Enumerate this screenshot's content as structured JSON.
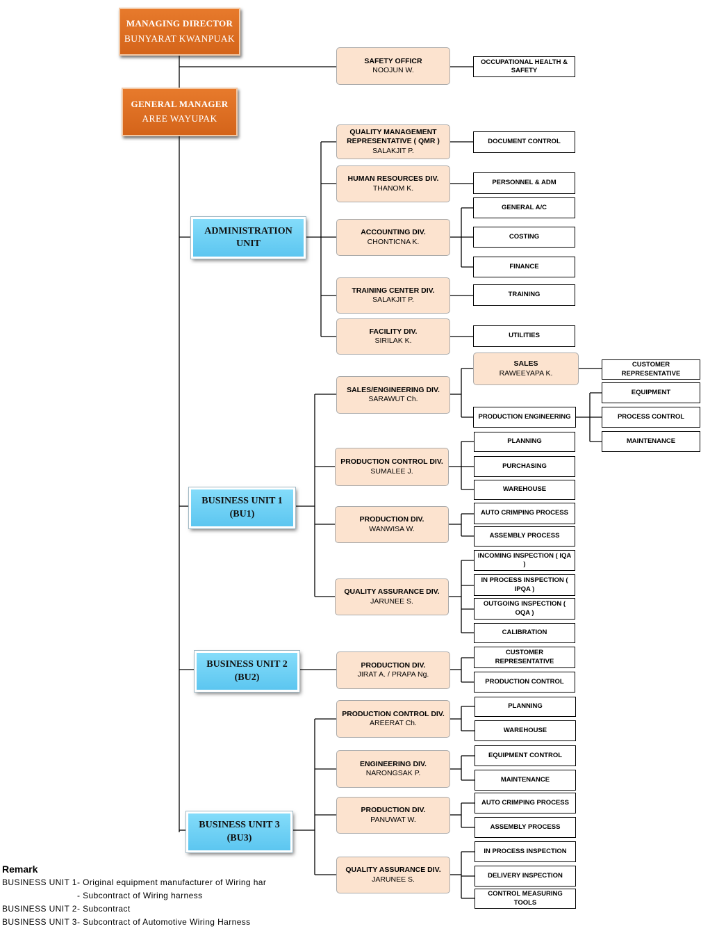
{
  "managing_director": {
    "title": "MANAGING  DIRECTOR",
    "name": "BUNYARAT  KWANPUAK"
  },
  "general_manager": {
    "title": "GENERAL MANAGER",
    "name": "AREE  WAYUPAK"
  },
  "safety": {
    "name": "SAFETY OFFICR",
    "manager": "NOOJUN W.",
    "leaf": "OCCUPATIONAL HEALTH & SAFETY"
  },
  "admin": {
    "unit_line1": "ADMINISTRATION",
    "unit_line2": "UNIT",
    "divs": [
      {
        "name": "QUALITY MANAGEMENT REPRESENTATIVE ( QMR )",
        "manager": "SALAKJIT  P.",
        "leaves": [
          "DOCUMENT CONTROL"
        ]
      },
      {
        "name": "HUMAN RESOURCES DIV.",
        "manager": "THANOM K.",
        "leaves": [
          "PERSONNEL & ADM"
        ]
      },
      {
        "name": "ACCOUNTING DIV.",
        "manager": "CHONTICNA K.",
        "leaves": [
          "GENERAL A/C",
          "COSTING",
          "FINANCE"
        ]
      },
      {
        "name": "TRAINING CENTER DIV.",
        "manager": "SALAKJIT P.",
        "leaves": [
          "TRAINING"
        ]
      },
      {
        "name": "FACILITY DIV.",
        "manager": "SIRILAK K.",
        "leaves": [
          "UTILITIES"
        ]
      }
    ]
  },
  "bu1": {
    "unit_line1": "BUSINESS UNIT 1",
    "unit_line2": "(BU1)",
    "divs": [
      {
        "name": "SALES/ENGINEERING DIV.",
        "manager": "SARAWUT Ch."
      },
      {
        "name": "PRODUCTION CONTROL DIV.",
        "manager": "SUMALEE J.",
        "leaves": [
          "PLANNING",
          "PURCHASING",
          "WAREHOUSE"
        ]
      },
      {
        "name": "PRODUCTION DIV.",
        "manager": "WANWISA W.",
        "leaves": [
          "AUTO CRIMPING PROCESS",
          "ASSEMBLY PROCESS"
        ]
      },
      {
        "name": "QUALITY ASSURANCE DIV.",
        "manager": "JARUNEE S.",
        "leaves": [
          "INCOMING INSPECTION ( IQA )",
          "IN PROCESS INSPECTION ( IPQA )",
          "OUTGOING INSPECTION ( OQA )",
          "CALIBRATION"
        ]
      }
    ],
    "sales": {
      "name": "SALES",
      "manager": "RAWEEYAPA K.",
      "leaf": "CUSTOMER REPRESENTATIVE"
    },
    "prod_eng": {
      "name": "PRODUCTION ENGINEERING",
      "leaves": [
        "EQUIPMENT",
        "PROCESS CONTROL",
        "MAINTENANCE"
      ]
    }
  },
  "bu2": {
    "unit_line1": "BUSINESS UNIT 2",
    "unit_line2": "(BU2)",
    "divs": [
      {
        "name": "PRODUCTION DIV.",
        "manager": "JIRAT A. / PRAPA Ng.",
        "leaves": [
          "CUSTOMER REPRESENTATIVE",
          "PRODUCTION CONTROL"
        ]
      }
    ]
  },
  "bu3": {
    "unit_line1": "BUSINESS UNIT 3",
    "unit_line2": "(BU3)",
    "divs": [
      {
        "name": "PRODUCTION CONTROL DIV.",
        "manager": "AREERAT Ch.",
        "leaves": [
          "PLANNING",
          "WAREHOUSE"
        ]
      },
      {
        "name": "ENGINEERING DIV.",
        "manager": "NARONGSAK P.",
        "leaves": [
          "EQUIPMENT CONTROL",
          "MAINTENANCE"
        ]
      },
      {
        "name": "PRODUCTION DIV.",
        "manager": "PANUWAT W.",
        "leaves": [
          "AUTO CRIMPING PROCESS",
          "ASSEMBLY PROCESS"
        ]
      },
      {
        "name": "QUALITY ASSURANCE DIV.",
        "manager": "JARUNEE S.",
        "leaves": [
          "IN PROCESS INSPECTION",
          "DELIVERY  INSPECTION",
          "CONTROL MEASURING TOOLS"
        ]
      }
    ]
  },
  "remark": {
    "heading": "Remark",
    "rows": [
      {
        "label": "BUSINESS UNIT 1",
        "text": "- Original equipment manufacturer of Wiring har"
      },
      {
        "label": "",
        "text": "- Subcontract of Wiring harness"
      },
      {
        "label": "BUSINESS UNIT 2",
        "text": "- Subcontract"
      },
      {
        "label": "BUSINESS UNIT 3",
        "text": "- Subcontract of Automotive Wiring Harness"
      }
    ]
  }
}
